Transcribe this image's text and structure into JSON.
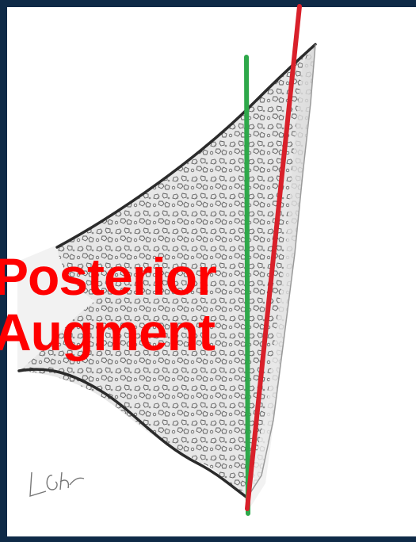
{
  "slide": {
    "label_line1": "Posterior",
    "label_line2": "Augment",
    "signature": "L Gh"
  },
  "colors": {
    "frame": "#0f2a47",
    "label": "#ff0000",
    "green_line": "#2ea84a",
    "red_line": "#d9202a",
    "outline": "#2b2b2b",
    "bone_fill": "#e9e9e9"
  },
  "icons": {
    "illustration": "bone-cross-section-sketch"
  }
}
